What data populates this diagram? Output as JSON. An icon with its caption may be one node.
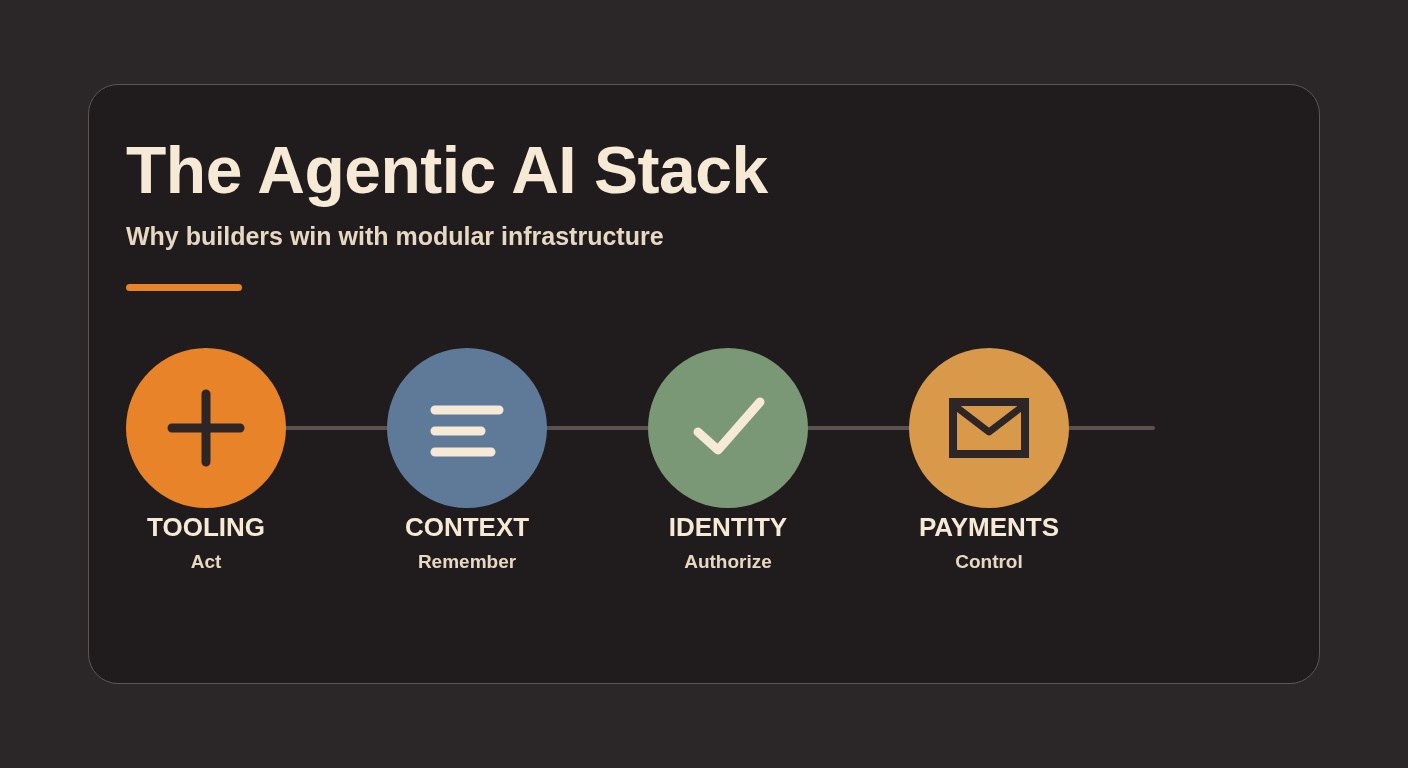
{
  "diagram": {
    "title": "The Agentic AI Stack",
    "nodes": [
      {
        "text": [
          "TOOLING",
          "Act"
        ]
      },
      {
        "text": [
          "CONTEXT",
          "Remember"
        ]
      },
      {
        "text": [
          "IDENTITY",
          "Authorize"
        ]
      },
      {
        "text": [
          "PAYMENTS",
          "Control"
        ]
      }
    ],
    "edges": [
      {
        "from": 0,
        "to": 1,
        "arrow": "none"
      },
      {
        "from": 1,
        "to": 2,
        "arrow": "none"
      },
      {
        "from": 2,
        "to": 3,
        "arrow": "none"
      },
      {
        "from": 3,
        "to": null,
        "arrow": "none"
      }
    ],
    "labels": [
      "Why builders win with modular infrastructure"
    ]
  }
}
